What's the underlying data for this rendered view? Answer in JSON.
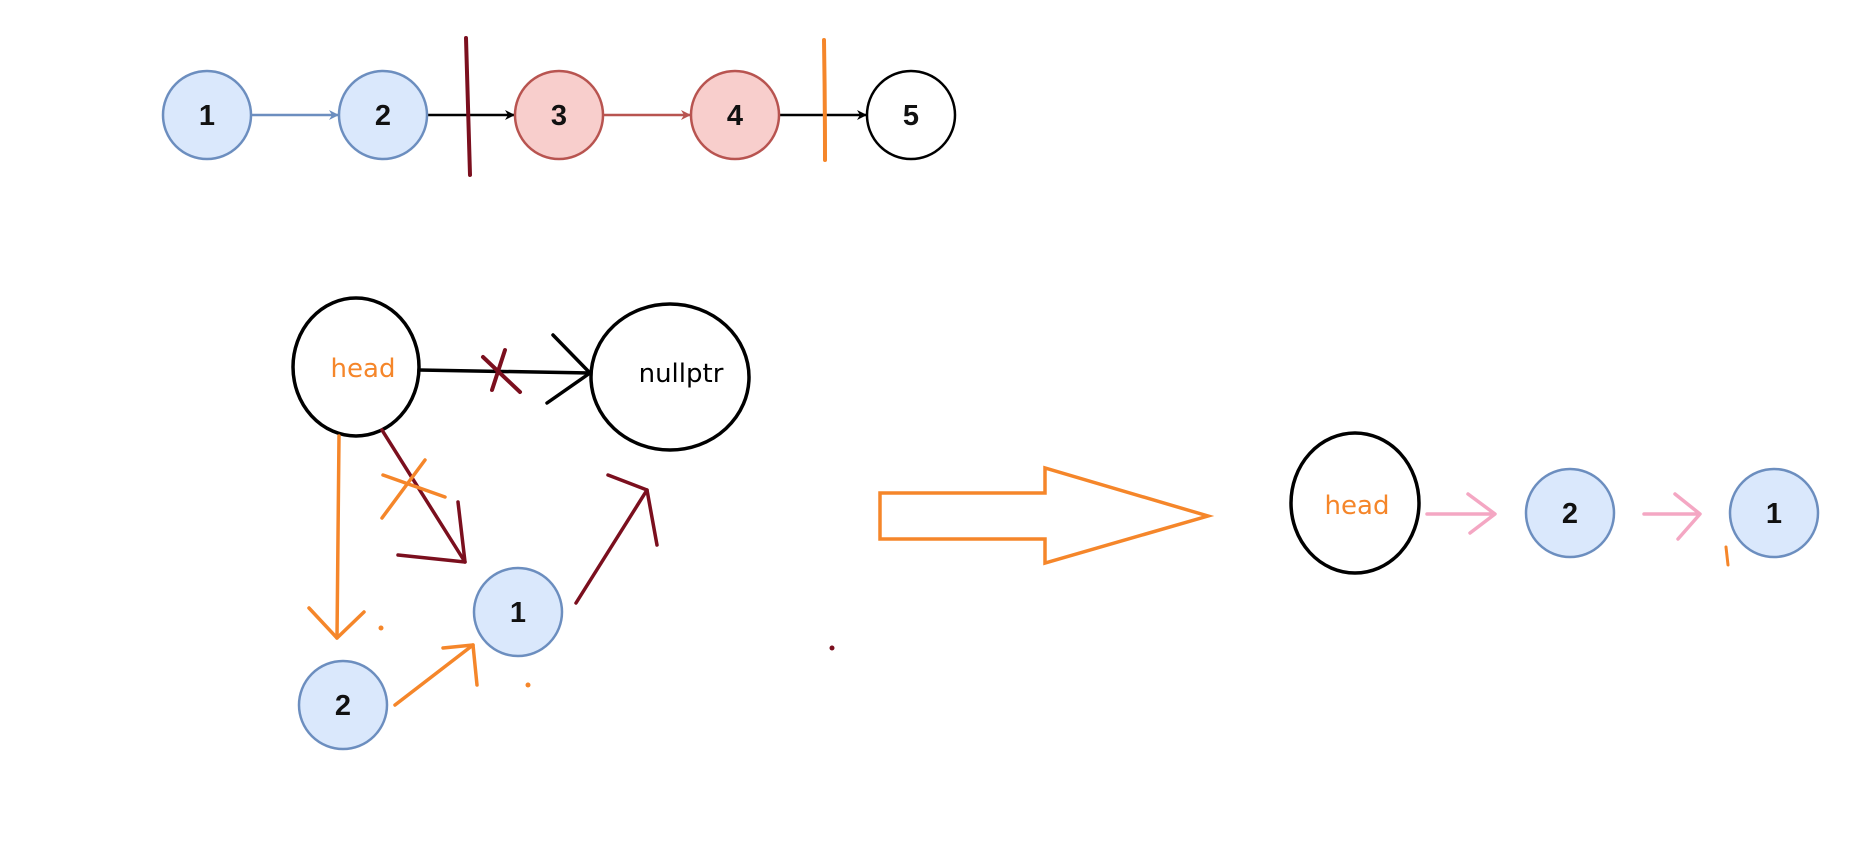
{
  "colors": {
    "blue_fill": "#dae8fc",
    "blue_stroke": "#6c8ebf",
    "red_fill": "#f8cecc",
    "red_stroke": "#b85450",
    "black": "#000000",
    "orange": "#f5862a",
    "dark_red": "#7b0f1e",
    "pink": "#f4a7c3"
  },
  "top_list": {
    "nodes": [
      "1",
      "2",
      "3",
      "4",
      "5"
    ]
  },
  "middle": {
    "head_label": "head",
    "nullptr_label": "nullptr",
    "node_a": "1",
    "node_b": "2"
  },
  "result": {
    "head_label": "head",
    "node_a": "2",
    "node_b": "1"
  }
}
